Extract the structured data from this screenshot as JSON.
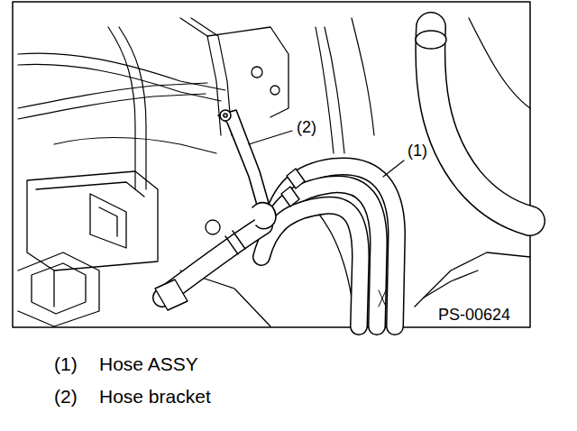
{
  "diagram": {
    "labels": [
      "(2)",
      "(1)",
      "PS-00624",
      "(1)",
      "Hose ASSY",
      "(2)",
      "Hose bracket"
    ]
  }
}
